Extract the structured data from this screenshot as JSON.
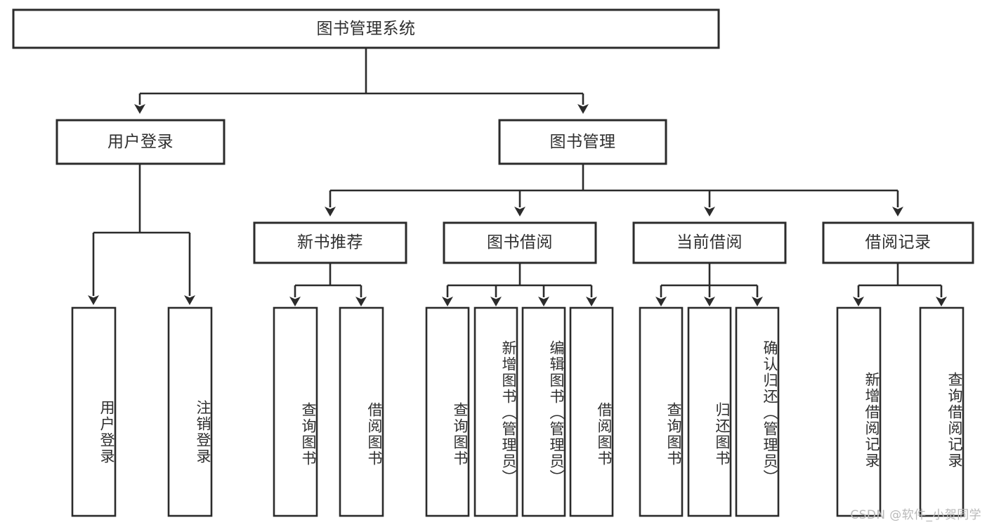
{
  "diagram": {
    "title": "图书管理系统",
    "type": "tree-hierarchy-diagram",
    "colors": {
      "box_stroke": "#2b2b2b",
      "box_fill": "#ffffff",
      "text": "#2f2f2f",
      "background": "#ffffff",
      "watermark": "#b9b9b9"
    },
    "root": {
      "label": "图书管理系统"
    },
    "level2": [
      {
        "label": "用户登录"
      },
      {
        "label": "图书管理"
      }
    ],
    "level3": [
      {
        "label": "新书推荐"
      },
      {
        "label": "图书借阅"
      },
      {
        "label": "当前借阅"
      },
      {
        "label": "借阅记录"
      }
    ],
    "leaves": {
      "user_login": [
        "用户登录",
        "注销登录"
      ],
      "new_book_recommend": [
        "查询图书",
        "借阅图书"
      ],
      "book_borrow": [
        "查询图书",
        "新增图书（管理员）",
        "编辑图书（管理员）",
        "借阅图书"
      ],
      "current_borrow": [
        "查询图书",
        "归还图书",
        "确认归还（管理员）"
      ],
      "borrow_record": [
        "新增借阅记录",
        "查询借阅记录"
      ]
    }
  },
  "watermark": {
    "text": "CSDN @软件_小贺同学"
  }
}
